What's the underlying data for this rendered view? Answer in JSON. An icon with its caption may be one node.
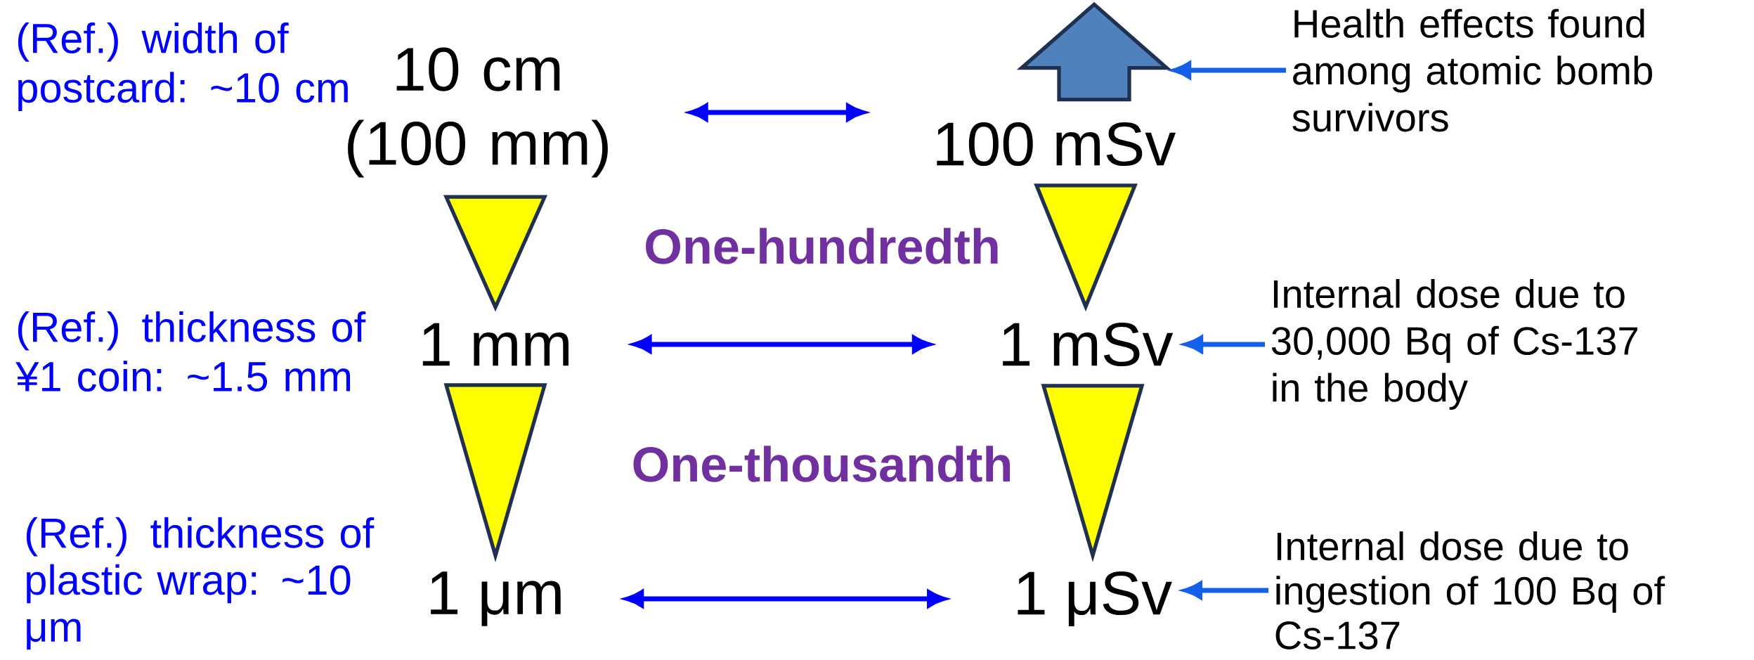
{
  "diagram": {
    "nodes": [
      {
        "text": [
          "10 cm (100 mm)"
        ]
      },
      {
        "text": [
          "1 mm"
        ]
      },
      {
        "text": [
          "1 μm"
        ]
      },
      {
        "text": [
          "100 mSv"
        ]
      },
      {
        "text": [
          "1 mSv"
        ]
      },
      {
        "text": [
          "1 μSv"
        ]
      },
      {
        "text": [
          "Health effects found among atomic bomb survivors"
        ]
      },
      {
        "text": [
          "Internal dose due to 30,000 Bq of Cs-137 in the body"
        ]
      },
      {
        "text": [
          "Internal dose due to ingestion of 100 Bq of Cs-137"
        ]
      },
      {
        "text": [],
        "shape": "arrow"
      }
    ],
    "edges": [
      {
        "from": 0,
        "to": 3,
        "arrow": "both"
      },
      {
        "from": 1,
        "to": 4,
        "arrow": "both"
      },
      {
        "from": 2,
        "to": 5,
        "arrow": "both"
      },
      {
        "from": 0,
        "to": 1,
        "arrow": "to",
        "style": "thick",
        "color": "#ffff00"
      },
      {
        "from": 1,
        "to": 2,
        "arrow": "to",
        "style": "thick",
        "color": "#ffff00"
      },
      {
        "from": 3,
        "to": 4,
        "arrow": "to",
        "style": "thick",
        "color": "#ffff00"
      },
      {
        "from": 4,
        "to": 5,
        "arrow": "to",
        "style": "thick",
        "color": "#ffff00"
      },
      {
        "from": 6,
        "to": 9,
        "arrow": "to",
        "color": "#1560e8"
      },
      {
        "from": 7,
        "to": 4,
        "arrow": "to",
        "color": "#1560e8"
      },
      {
        "from": 8,
        "to": 5,
        "arrow": "to",
        "color": "#1560e8"
      }
    ],
    "labels": [
      "(Ref.) width of postcard: ~10 cm",
      "One-hundredth",
      "(Ref.) thickness of ¥1 coin: ~1.5 mm",
      "One-thousandth",
      "(Ref.) thickness of plastic wrap: ~10 μm"
    ]
  }
}
